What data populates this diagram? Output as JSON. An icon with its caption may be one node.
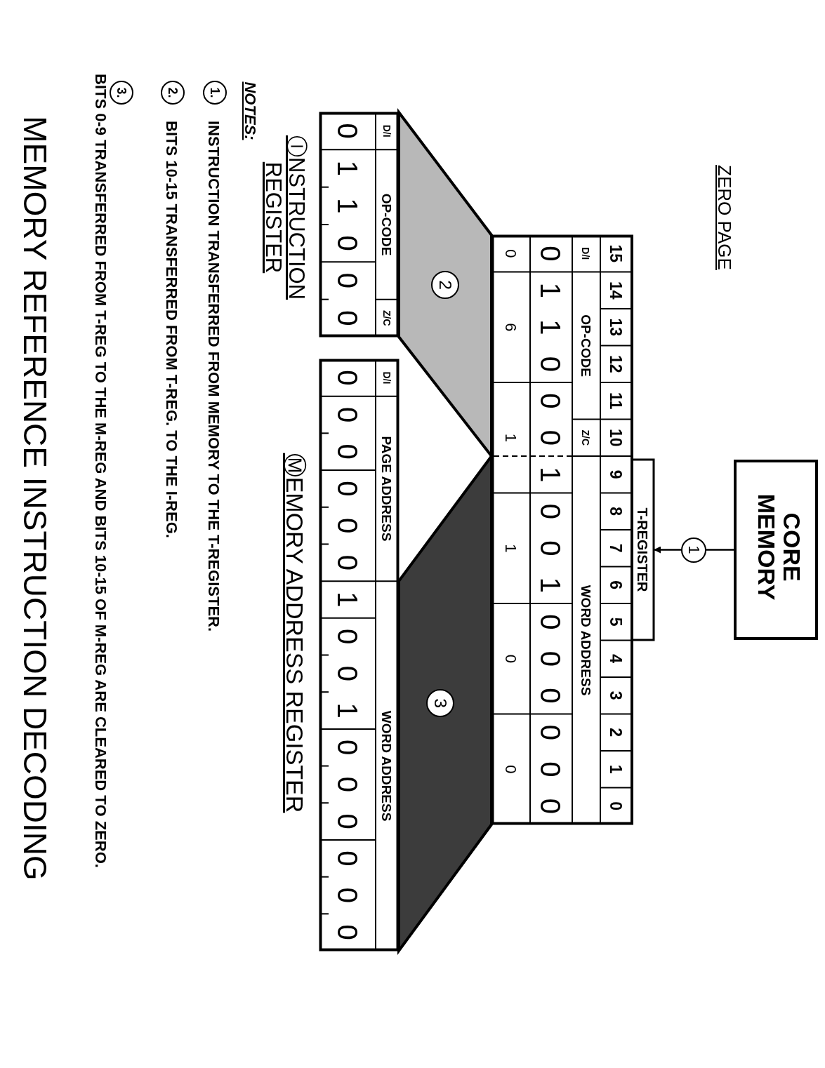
{
  "diagram": {
    "title": "MEMORY REFERENCE INSTRUCTION DECODING",
    "nodes": [
      {
        "text": [
          "CORE MEMORY"
        ]
      },
      {
        "text": [
          "T-REGISTER",
          "15",
          "14",
          "13",
          "12",
          "11",
          "10",
          "9",
          "8",
          "7",
          "6",
          "5",
          "4",
          "3",
          "2",
          "1",
          "0",
          "D/I",
          "OP-CODE",
          "Z/C",
          "WORD ADDRESS",
          "0",
          "1",
          "1",
          "0",
          "0",
          "0",
          "1",
          "0",
          "0",
          "1",
          "0",
          "0",
          "0",
          "0",
          "0",
          "0",
          "0",
          "6",
          "1",
          "1",
          "0",
          "0"
        ]
      },
      {
        "text": [
          "D/I",
          "OP-CODE",
          "Z/C",
          "0",
          "1",
          "1",
          "0",
          "0",
          "0",
          "ⒾNSTRUCTION REGISTER"
        ]
      },
      {
        "text": [
          "D/I",
          "PAGE ADDRESS",
          "WORD ADDRESS",
          "0",
          "0",
          "0",
          "0",
          "0",
          "0",
          "1",
          "0",
          "0",
          "1",
          "0",
          "0",
          "0",
          "0",
          "0",
          "0",
          "ⓂEMORY ADDRESS REGISTER"
        ]
      }
    ],
    "edges": [
      {
        "from": 0,
        "to": 1,
        "arrow": "to",
        "label": "1"
      },
      {
        "from": 1,
        "to": 2,
        "arrow": "none",
        "label": "2",
        "color": "#b8b8b8"
      },
      {
        "from": 1,
        "to": 3,
        "arrow": "none",
        "label": "3",
        "color": "#3c3c3c"
      }
    ],
    "labels": [
      "ZERO PAGE",
      "NOTES:",
      "1.",
      "INSTRUCTION TRANSFERRED FROM MEMORY TO THE T-REGISTER.",
      "2.",
      "BITS 10-15 TRANSFERRED FROM T-REG. TO THE I-REG.",
      "3.",
      "BITS 0-9 TRANSFERRED FROM T-REG TO THE M-REG AND BITS 10-15 OF M-REG ARE CLEARED TO ZERO."
    ]
  }
}
